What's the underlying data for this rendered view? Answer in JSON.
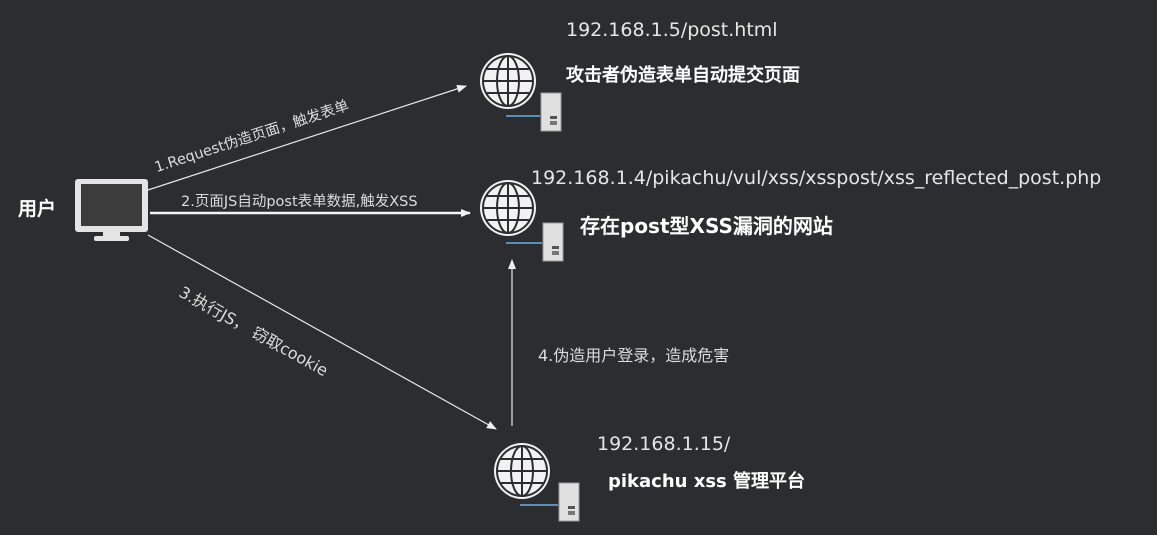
{
  "user": {
    "label": "用户"
  },
  "servers": {
    "attacker": {
      "ip": "192.168.1.5/post.html",
      "desc": "攻击者伪造表单自动提交页面"
    },
    "vuln": {
      "ip": "192.168.1.4/pikachu/vul/xss/xsspost/xss_reflected_post.php",
      "desc": "存在post型XSS漏洞的网站"
    },
    "platform": {
      "ip": "192.168.1.15/",
      "desc": "pikachu xss 管理平台"
    }
  },
  "edges": {
    "step1": "1.Request伪造页面，触发表单",
    "step2": "2.页面JS自动post表单数据,触发XSS",
    "step3": "3.执行JS， 窃取cookie",
    "step4": "4.伪造用户登录，造成危害"
  }
}
